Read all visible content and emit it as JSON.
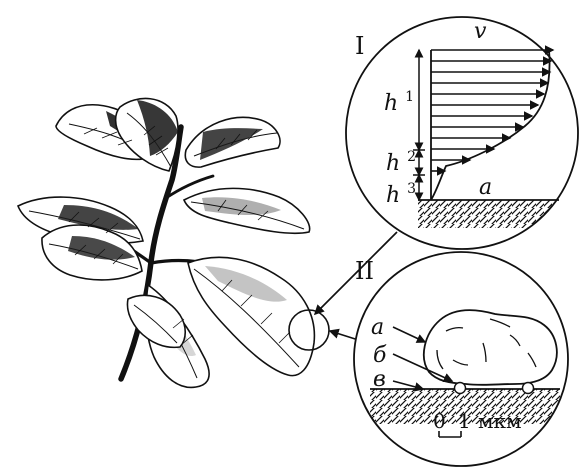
{
  "figure": {
    "panel_top": {
      "label": "I",
      "velocity_label": "v",
      "surface_label": "a",
      "height_labels": [
        {
          "base": "h",
          "sup": "1"
        },
        {
          "base": "h",
          "sup": "2"
        },
        {
          "base": "h",
          "sup": "3"
        }
      ]
    },
    "panel_bottom": {
      "label": "II",
      "callouts": [
        "а",
        "б",
        "в"
      ],
      "scale_bar": {
        "start": "0",
        "end": "1",
        "unit": "мкм"
      }
    }
  },
  "colors": {
    "ink": "#111111",
    "paper": "#ffffff",
    "leaf_shadow": "#1b1b1b"
  }
}
